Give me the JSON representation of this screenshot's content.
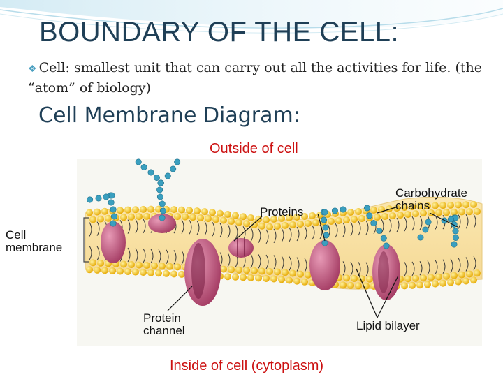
{
  "slide": {
    "title": "BOUNDARY OF THE CELL:",
    "bullet": {
      "term": "Cell:",
      "definition": " smallest unit that can carry out all the activities for life. (the “atom” of biology)"
    },
    "subtitle": "Cell Membrane Diagram:"
  },
  "diagram": {
    "labels": {
      "outside": "Outside of cell",
      "inside": "Inside of cell (cytoplasm)",
      "proteins": "Proteins",
      "carbohydrate_line1": "Carbohydrate",
      "carbohydrate_line2": "chains",
      "cell_line1": "Cell",
      "cell_line2": "membrane",
      "channel_line1": "Protein",
      "channel_line2": "channel",
      "lipid": "Lipid bilayer"
    },
    "colors": {
      "title": "#1f3f56",
      "label_red": "#cc1111",
      "protein": "#b5456f",
      "carbohydrate_bead": "#3a9fbf",
      "lipid_head": "#f2c21a"
    }
  }
}
